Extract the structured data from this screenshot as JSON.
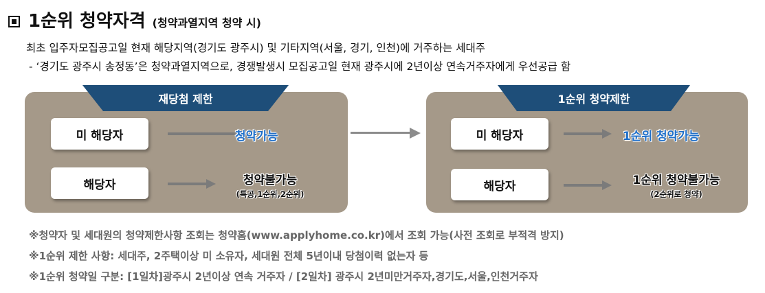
{
  "title": {
    "main": "1순위 청약자격",
    "sub": "(청약과열지역 청약 시)"
  },
  "description": {
    "line1": "최초 입주자모집공고일 현재 해당지역(경기도 광주시) 및 기타지역(서울, 경기, 인천)에 거주하는 세대주",
    "line2": "- ‘경기도 광주시 송정동’은 청약과열지역으로, 경쟁발생시 모집공고일 현재 광주시에 2년이상 연속거주자에게 우선공급 함"
  },
  "left_panel": {
    "tab_label": "재당첨 제한",
    "row1": {
      "label": "미 해당자",
      "result": "청약가능"
    },
    "row2": {
      "label": "해당자",
      "result": "청약불가능",
      "note": "(특공,1순위,2순위)"
    }
  },
  "right_panel": {
    "tab_label": "1순위 청약제한",
    "row1": {
      "label": "미 해당자",
      "result": "1순위 청약가능"
    },
    "row2": {
      "label": "해당자",
      "result": "1순위 청약불가능",
      "note": "(2순위로 청약)"
    }
  },
  "notes": [
    "※청약자 및 세대원의 청약제한사항 조회는 청약홈(www.applyhome.co.kr)에서 조회 가능(사전 조회로 부적격 방지)",
    "※1순위 제한 사항: 세대주, 2주택이상 미 소유자, 세대원 전체 5년이내 당첨이력 없는자 등",
    "※1순위 청약일 구분: [1일차]광주시 2년이상 연속 거주자 / [2일차] 광주시 2년미만거주자,경기도,서울,인천거주자"
  ],
  "colors": {
    "panel_bg": "#a59989",
    "tab_bg": "#1e4e79",
    "result_blue": "#1f6fc9",
    "note_gray": "#666666"
  }
}
